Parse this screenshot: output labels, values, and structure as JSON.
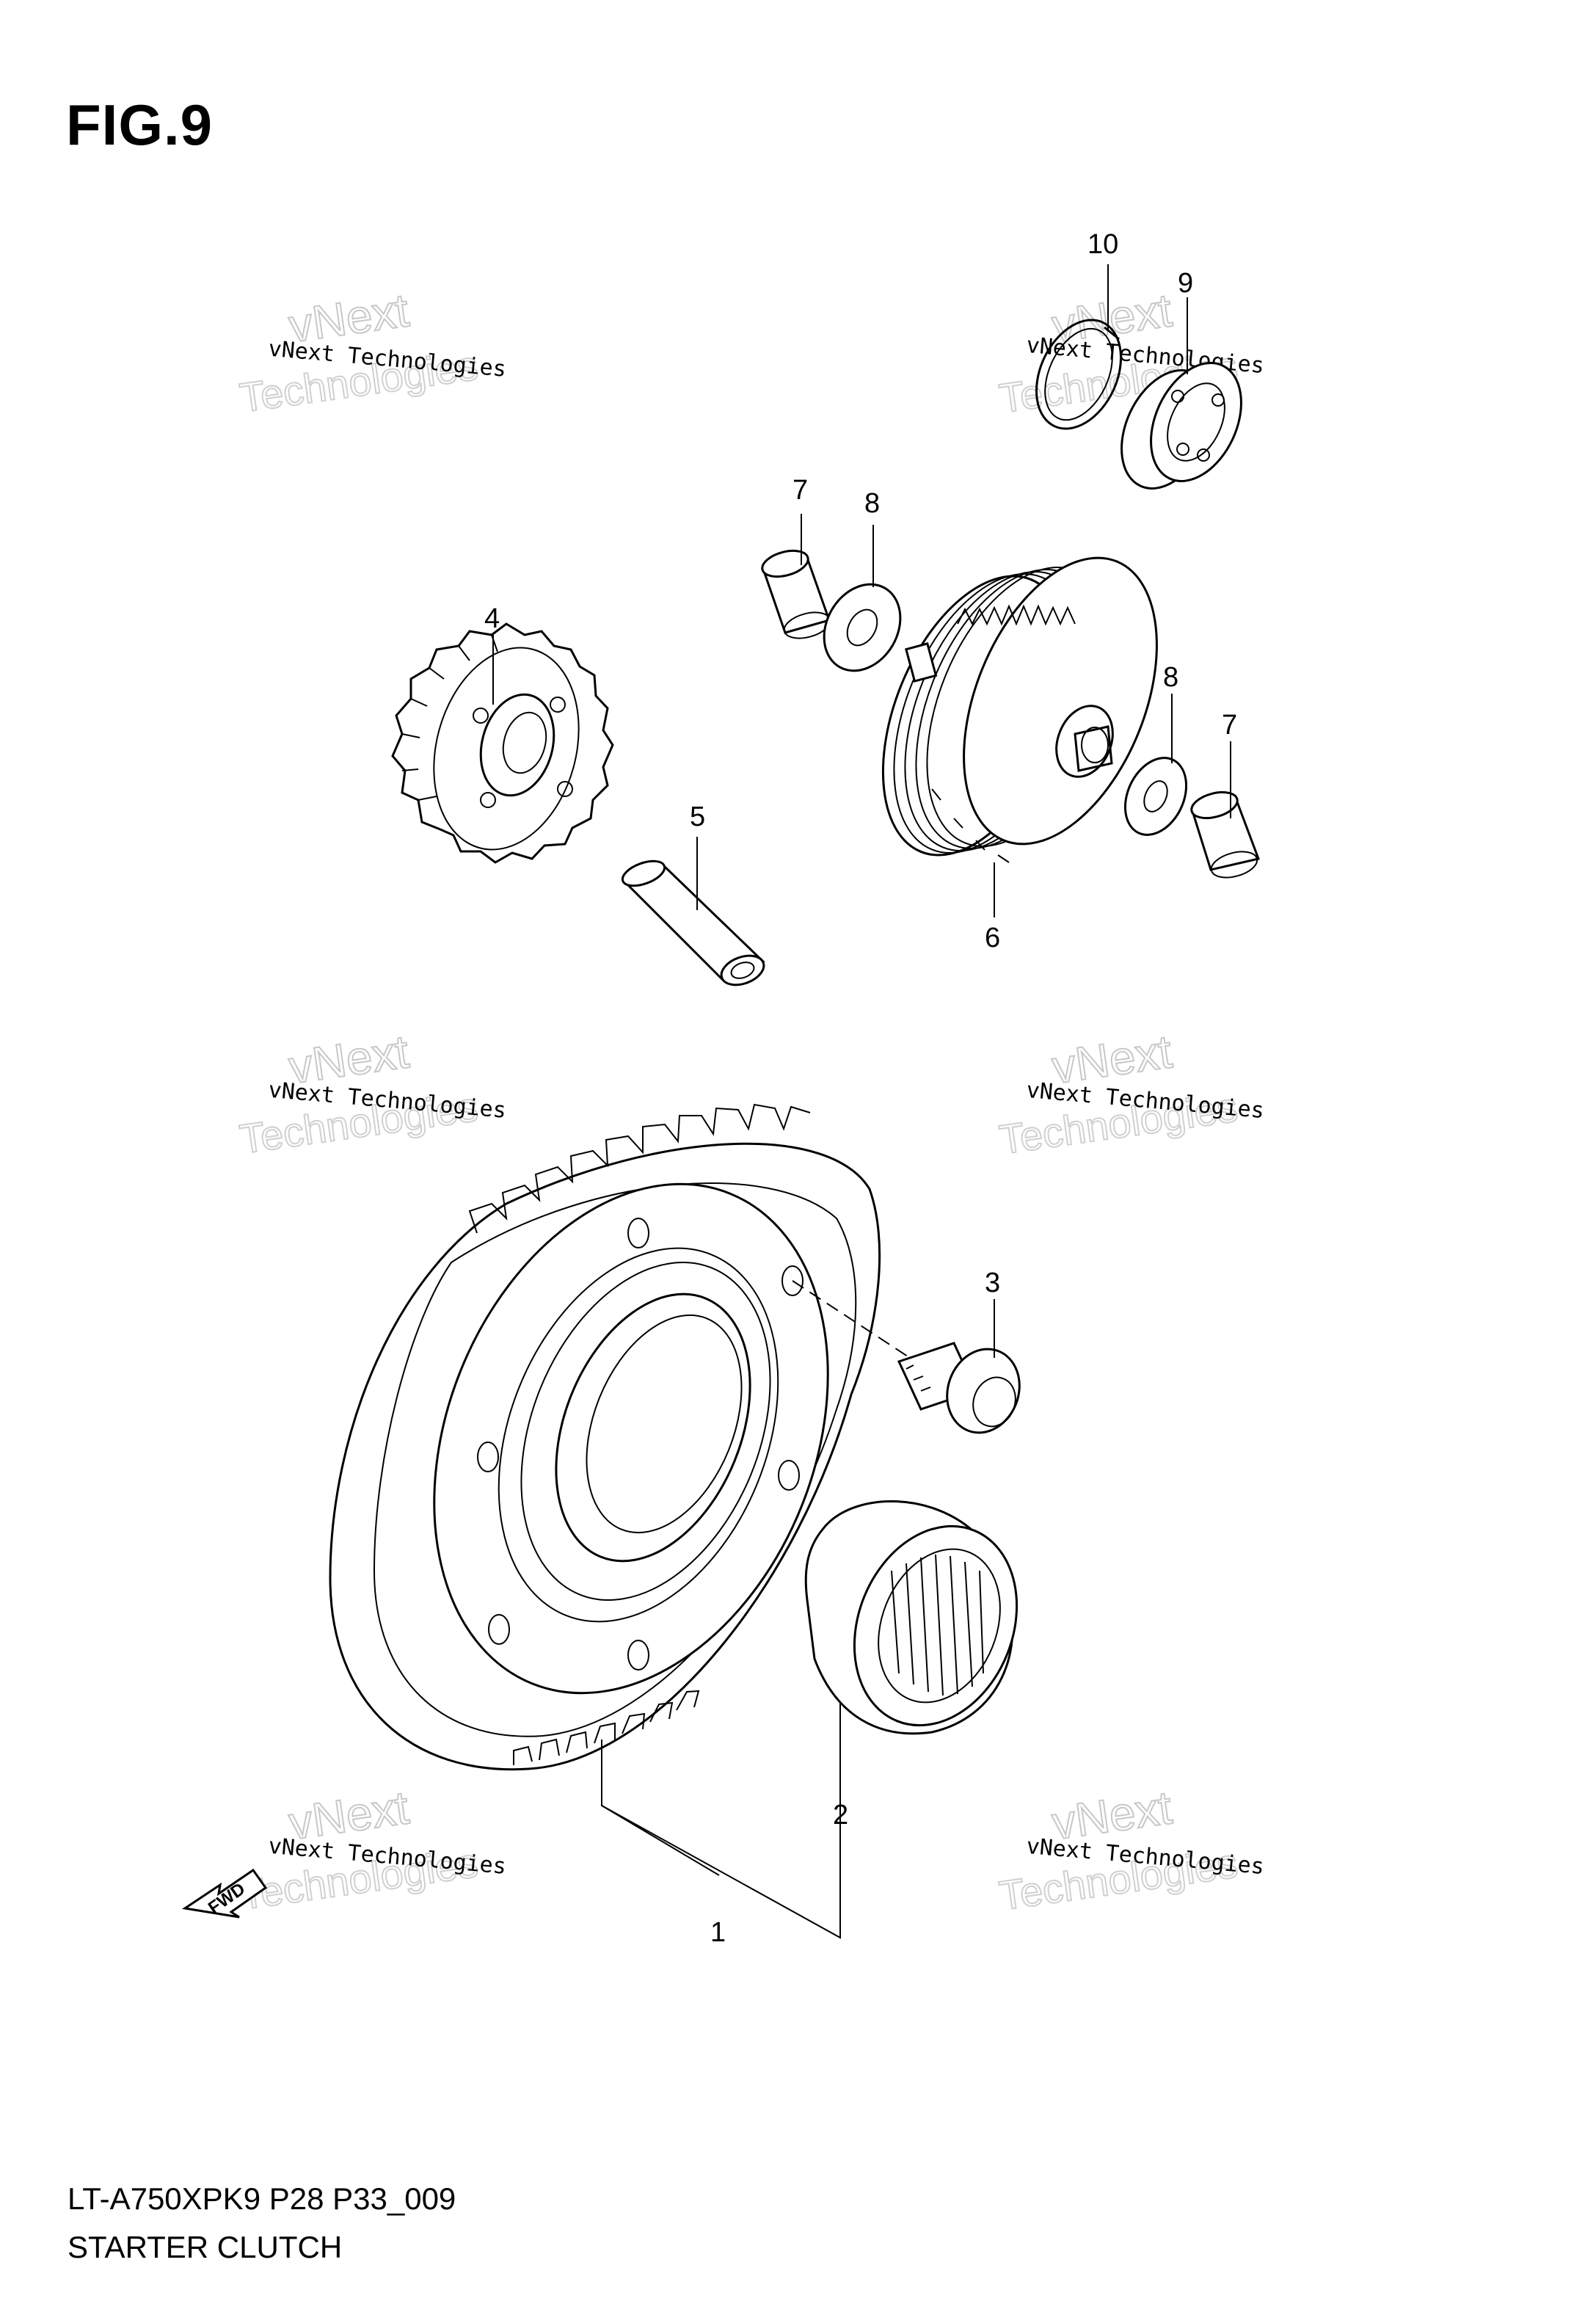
{
  "figure": {
    "title": "FIG.9"
  },
  "footer": {
    "model_code": "LT-A750XPK9 P28 P33_009",
    "section_name": "STARTER CLUTCH"
  },
  "watermark": {
    "line1": "vNext Technologies",
    "line2": "vNext",
    "line3": "Technologies"
  },
  "fwd_arrow": {
    "label": "FWD"
  },
  "callouts": [
    {
      "number": "10",
      "part": "circlip"
    },
    {
      "number": "9",
      "part": "bearing"
    },
    {
      "number": "7",
      "part": "bushing"
    },
    {
      "number": "8",
      "part": "washer"
    },
    {
      "number": "4",
      "part": "idle-gear"
    },
    {
      "number": "5",
      "part": "shaft"
    },
    {
      "number": "8",
      "part": "washer"
    },
    {
      "number": "7",
      "part": "bushing"
    },
    {
      "number": "6",
      "part": "clutch-gear"
    },
    {
      "number": "3",
      "part": "bolt"
    },
    {
      "number": "2",
      "part": "one-way-clutch"
    },
    {
      "number": "1",
      "part": "starter-clutch-assembly"
    }
  ]
}
